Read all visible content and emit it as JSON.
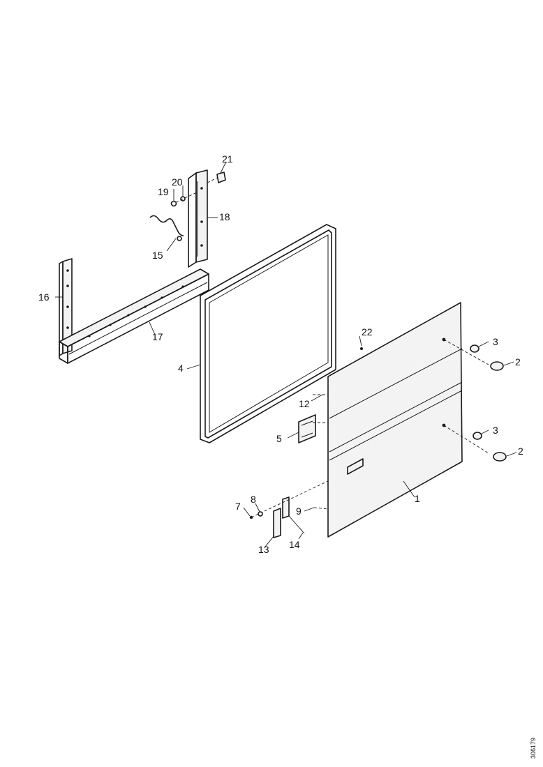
{
  "callouts": {
    "c1": "1",
    "c2a": "2",
    "c2b": "2",
    "c3a": "3",
    "c3b": "3",
    "c4": "4",
    "c5": "5",
    "c7": "7",
    "c8": "8",
    "c9": "9",
    "c12": "12",
    "c13": "13",
    "c14": "14",
    "c15": "15",
    "c16": "16",
    "c17": "17",
    "c18": "18",
    "c19": "19",
    "c20": "20",
    "c21": "21",
    "c22": "22"
  },
  "document_ref": "306179"
}
